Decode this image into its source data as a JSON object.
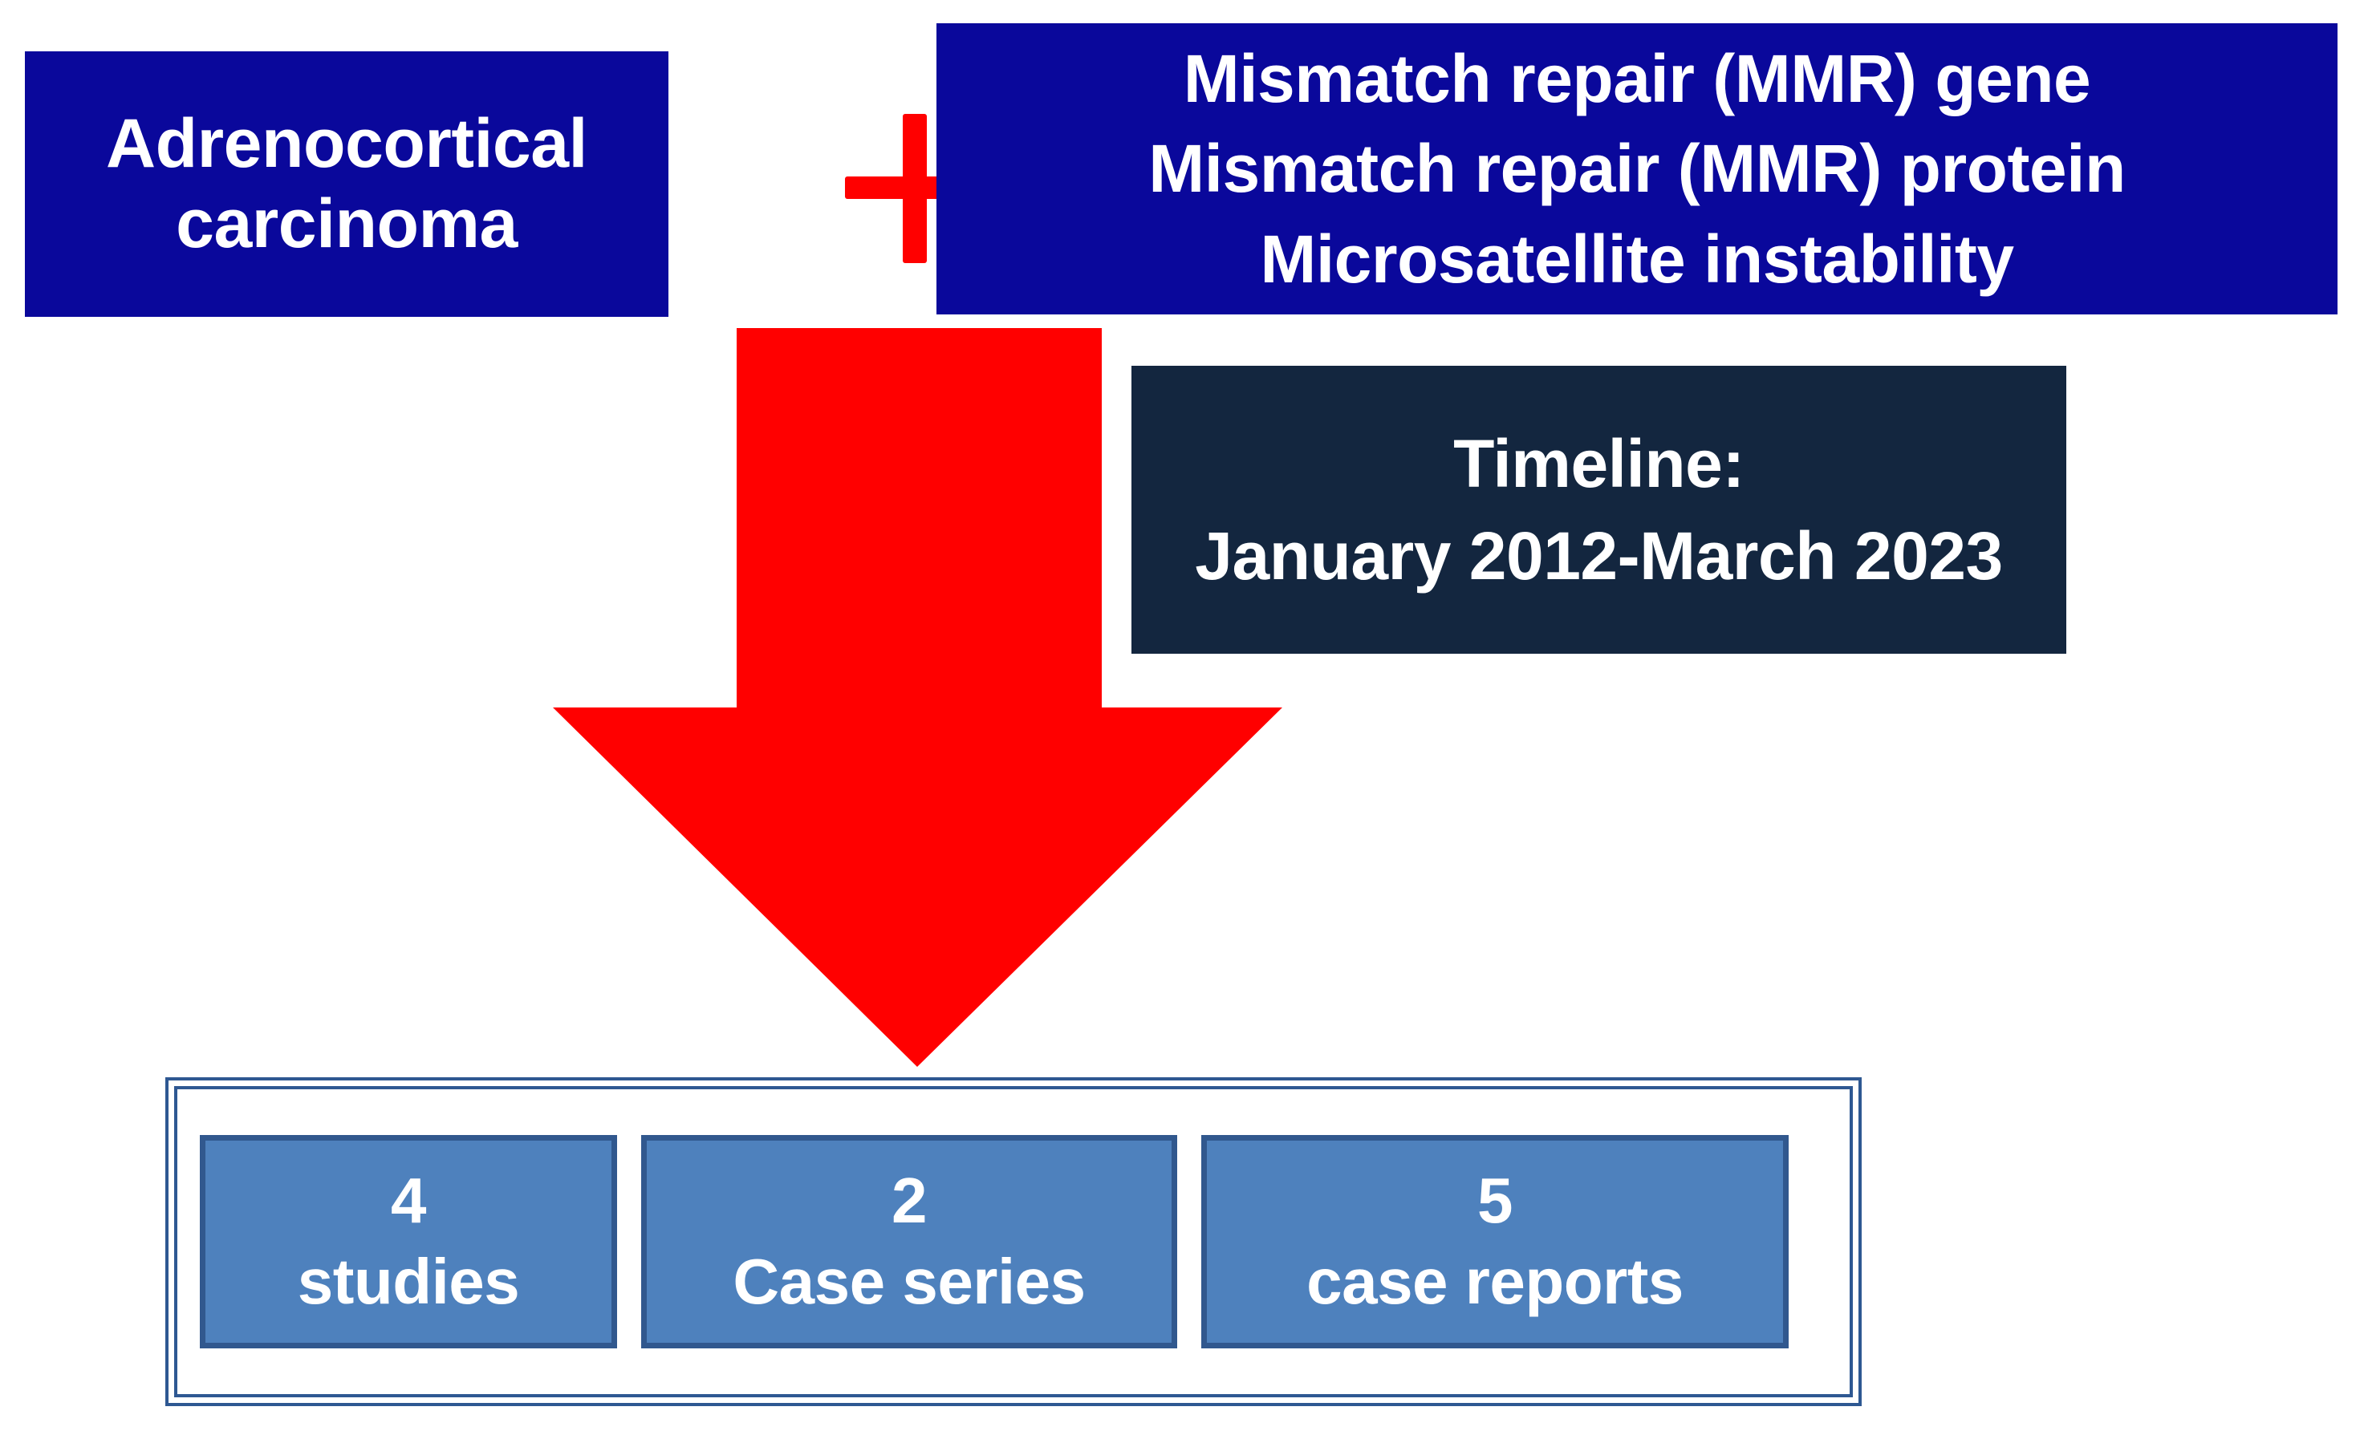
{
  "diagram": {
    "title": "Adrenocortical carcinoma and mismatch repair study selection",
    "colors": {
      "navy": "#0A089B",
      "dark_navy": "#13263F",
      "red": "#FF0000",
      "card_blue": "#4E81BD",
      "card_border": "#31588E",
      "frame_border": "#2E5892",
      "text_white": "#FFFFFF"
    },
    "condition_box": {
      "lines": [
        "Adrenocortical",
        "carcinoma"
      ]
    },
    "operator": {
      "symbol": "plus-sign",
      "label": "+"
    },
    "markers_box": {
      "lines": [
        "Mismatch repair (MMR) gene",
        "Mismatch repair (MMR) protein",
        "Microsatellite instability"
      ]
    },
    "timeline_box": {
      "lines": [
        "Timeline:",
        "January 2012-March 2023"
      ]
    },
    "arrow": {
      "icon": "down-arrow-icon",
      "direction": "down",
      "color": "#FF0000"
    },
    "results": {
      "cards": [
        {
          "count": "4",
          "label": "studies"
        },
        {
          "count": "2",
          "label": "Case series"
        },
        {
          "count": "5",
          "label": "case reports"
        }
      ]
    }
  }
}
